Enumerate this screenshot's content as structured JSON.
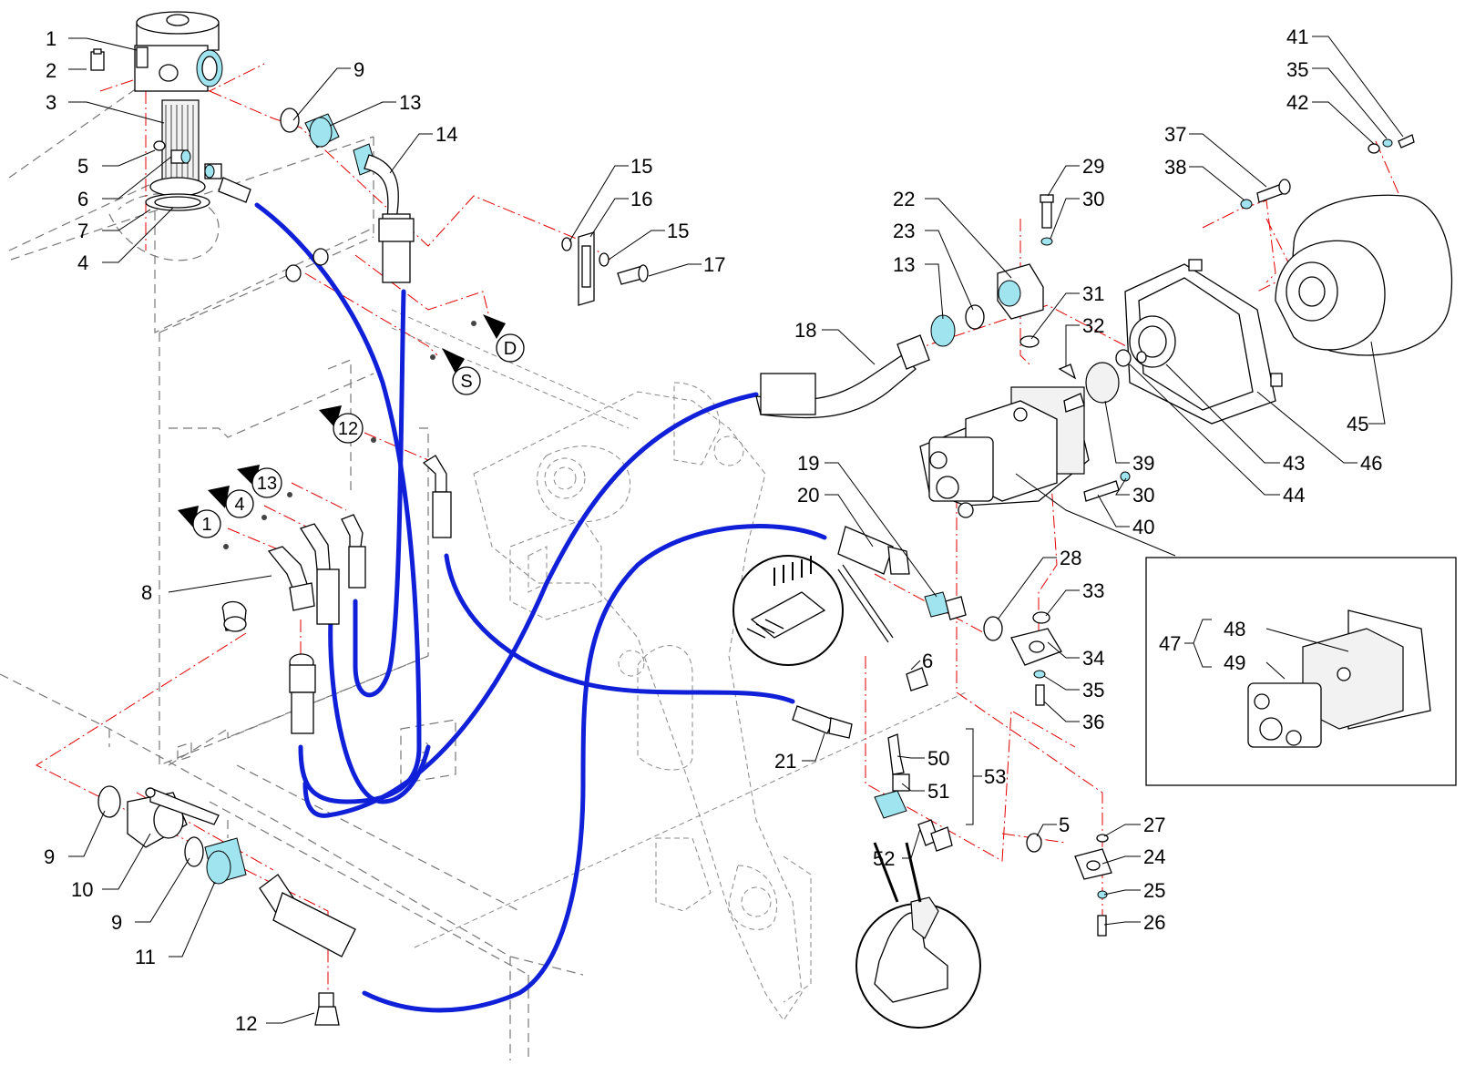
{
  "colors": {
    "hose": "#1020d8",
    "axis_line": "#e00000",
    "fitting_highlight": "#9fe4ee",
    "line": "#000000",
    "ghost_outline": "#777777"
  },
  "callouts": {
    "c1": "1",
    "c2": "2",
    "c3": "3",
    "c5a": "5",
    "c6a": "6",
    "c7": "7",
    "c4": "4",
    "c9a": "9",
    "c13a": "13",
    "c14": "14",
    "c15a": "15",
    "c16": "16",
    "c15b": "15",
    "c17": "17",
    "c8": "8",
    "c9b": "9",
    "c10": "10",
    "c9c": "9",
    "c11": "11",
    "c12": "12",
    "c29": "29",
    "c30a": "30",
    "c22": "22",
    "c23": "23",
    "c13b": "13",
    "c31": "31",
    "c18": "18",
    "c32": "32",
    "c19": "19",
    "c20": "20",
    "c28": "28",
    "c33": "33",
    "c34": "34",
    "c6b": "6",
    "c35a": "35",
    "c36": "36",
    "c21": "21",
    "c50": "50",
    "c51": "51",
    "c53": "53",
    "c5b": "5",
    "c27": "27",
    "c52": "52",
    "c24": "24",
    "c25": "25",
    "c26": "26",
    "c41": "41",
    "c35b": "35",
    "c42": "42",
    "c37": "37",
    "c38": "38",
    "c45": "45",
    "c39": "39",
    "c43": "43",
    "c46": "46",
    "c30b": "30",
    "c44": "44",
    "c40": "40",
    "c47": "47",
    "c48": "48",
    "c49": "49"
  },
  "port_markers": {
    "D": "D",
    "S": "S",
    "m12": "12",
    "m13": "13",
    "m4": "4",
    "m1": "1"
  }
}
